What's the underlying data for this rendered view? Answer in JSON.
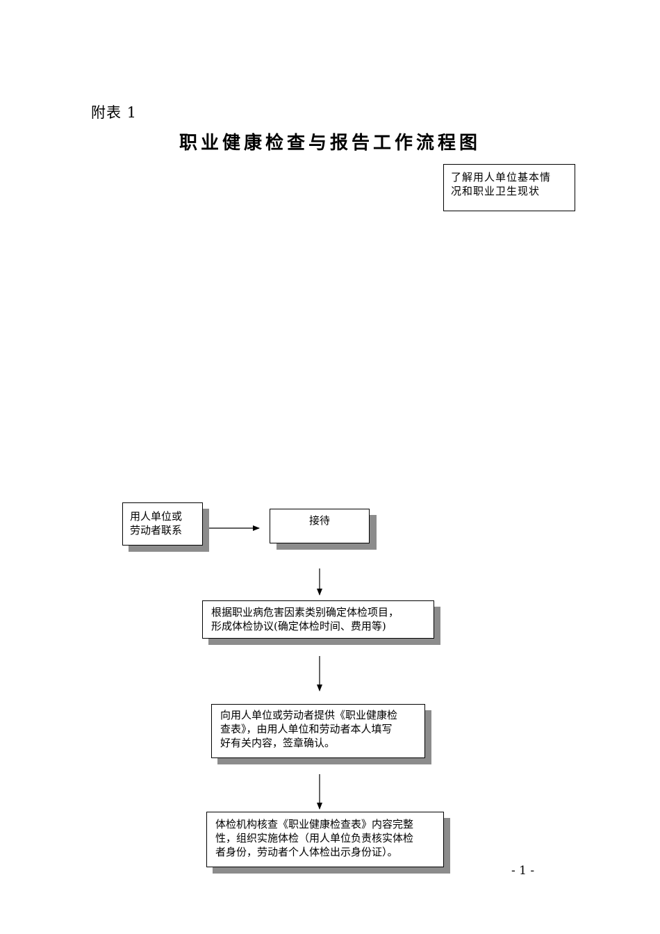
{
  "header": {
    "appendix_label": "附表 1",
    "title": "职业健康检查与报告工作流程图"
  },
  "flowchart": {
    "side_note": "了解用人单位基本情\n况和职业卫生现状",
    "steps": {
      "contact": "用人单位或\n劳动者联系",
      "reception": "接待",
      "determine_items": "根据职业病危害因素类别确定体检项目，\n形成体检协议(确定体检时间、费用等)",
      "provide_form": "向用人单位或劳动者提供《职业健康检\n查表》，由用人单位和劳动者本人填写\n好有关内容，签章确认。",
      "verify_exam": "体检机构核查《职业健康检查表》内容完整\n性，组织实施体检（用人单位负责核实体检\n者身份，劳动者个人体检出示身份证）。"
    }
  },
  "footer": {
    "page_number": "- 1 -"
  }
}
